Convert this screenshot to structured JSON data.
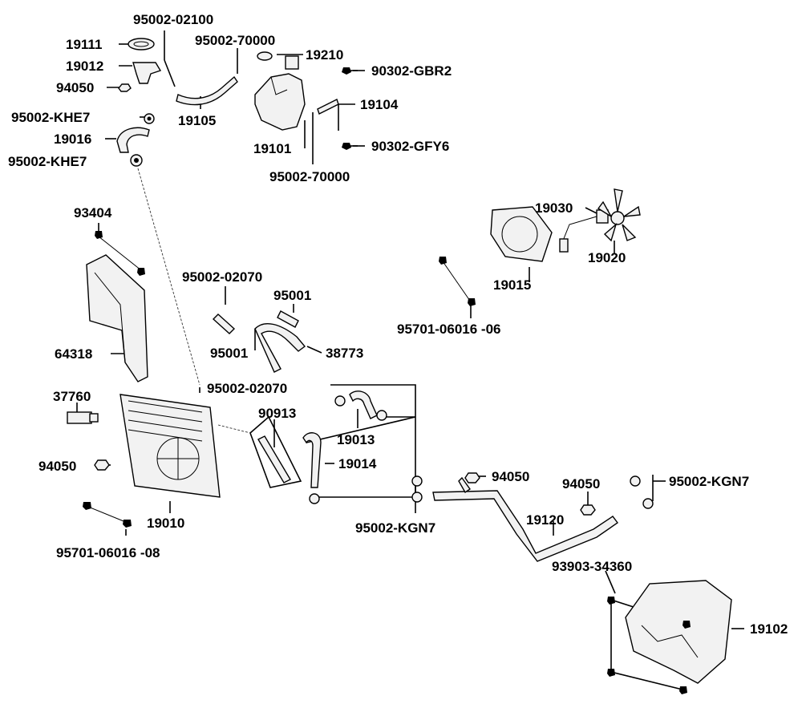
{
  "diagram": {
    "labels": [
      {
        "id": "l1",
        "text": "95002-02100"
      },
      {
        "id": "l2",
        "text": "19111"
      },
      {
        "id": "l3",
        "text": "95002-70000"
      },
      {
        "id": "l4",
        "text": "19210"
      },
      {
        "id": "l5",
        "text": "19012"
      },
      {
        "id": "l6",
        "text": "90302-GBR2"
      },
      {
        "id": "l7",
        "text": "94050"
      },
      {
        "id": "l8",
        "text": "19104"
      },
      {
        "id": "l9",
        "text": "95002-KHE7"
      },
      {
        "id": "l10",
        "text": "19105"
      },
      {
        "id": "l11",
        "text": "19016"
      },
      {
        "id": "l12",
        "text": "19101"
      },
      {
        "id": "l13",
        "text": "90302-GFY6"
      },
      {
        "id": "l14",
        "text": "95002-KHE7"
      },
      {
        "id": "l15",
        "text": "95002-70000"
      },
      {
        "id": "l16",
        "text": "19030"
      },
      {
        "id": "l17",
        "text": "93404"
      },
      {
        "id": "l18",
        "text": "19020"
      },
      {
        "id": "l19",
        "text": "95002-02070"
      },
      {
        "id": "l20",
        "text": "19015"
      },
      {
        "id": "l21",
        "text": "95001"
      },
      {
        "id": "l22",
        "text": "95701-06016 -06"
      },
      {
        "id": "l23",
        "text": "95001"
      },
      {
        "id": "l24",
        "text": "38773"
      },
      {
        "id": "l25",
        "text": "64318"
      },
      {
        "id": "l26",
        "text": "95002-02070"
      },
      {
        "id": "l27",
        "text": "37760"
      },
      {
        "id": "l28",
        "text": "90913"
      },
      {
        "id": "l29",
        "text": "19013"
      },
      {
        "id": "l30",
        "text": "19014"
      },
      {
        "id": "l31",
        "text": "94050"
      },
      {
        "id": "l32",
        "text": "94050"
      },
      {
        "id": "l33",
        "text": "94050"
      },
      {
        "id": "l34",
        "text": "95002-KGN7"
      },
      {
        "id": "l35",
        "text": "19010"
      },
      {
        "id": "l36",
        "text": "95002-KGN7"
      },
      {
        "id": "l37",
        "text": "19120"
      },
      {
        "id": "l38",
        "text": "95701-06016 -08"
      },
      {
        "id": "l39",
        "text": "93903-34360"
      },
      {
        "id": "l40",
        "text": "19102"
      }
    ]
  }
}
